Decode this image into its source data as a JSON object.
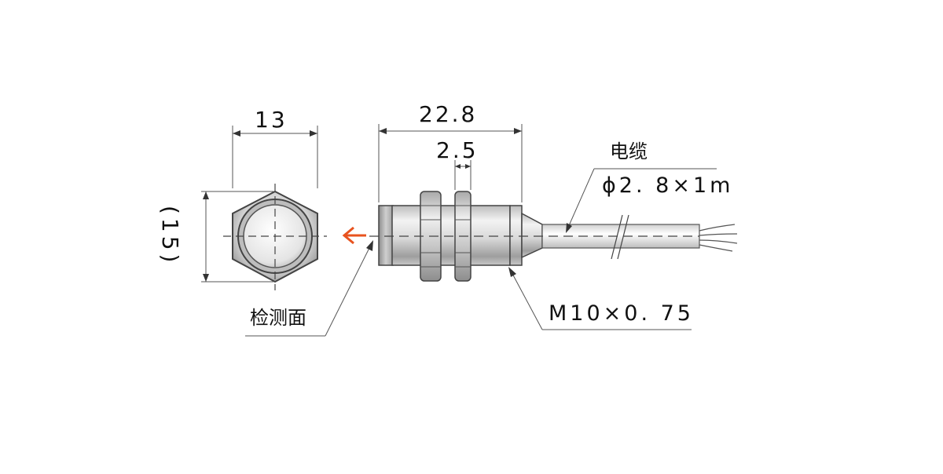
{
  "dimensions": {
    "hex_across_flats": "13",
    "hex_across_corners": "(15)",
    "body_length": "22.8",
    "nut_thickness": "2.5"
  },
  "callouts": {
    "cable_title": "电缆",
    "cable_spec": "ϕ2. 8×1m",
    "sensing_face": "检测面",
    "thread_spec": "M10×0. 75"
  },
  "colors": {
    "detection_arrow": "#e8531f",
    "outline": "#333333",
    "metal_light": "#f2f2f2",
    "metal_dark": "#8a8a8a"
  }
}
